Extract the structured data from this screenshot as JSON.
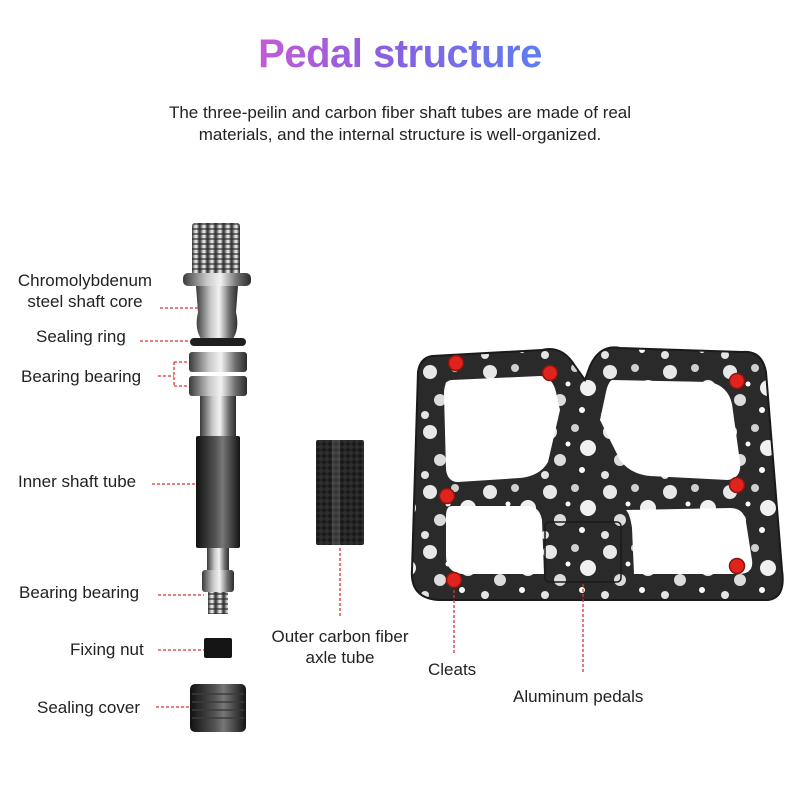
{
  "title": "Pedal structure",
  "subtitle_line1": "The three-peilin and carbon fiber shaft tubes are made of real",
  "subtitle_line2": "materials, and the internal structure is well-organized.",
  "labels": {
    "shaft_core_line1": "Chromolybdenum",
    "shaft_core_line2": "steel shaft core",
    "sealing_ring": "Sealing ring",
    "bearing_top": "Bearing bearing",
    "inner_tube": "Inner shaft tube",
    "bearing_bottom": "Bearing bearing",
    "fixing_nut": "Fixing nut",
    "sealing_cover": "Sealing cover",
    "outer_tube_line1": "Outer carbon fiber",
    "outer_tube_line2": "axle tube",
    "cleats": "Cleats",
    "aluminum_pedals": "Aluminum pedals"
  },
  "colors": {
    "leader_line": "#d9342b",
    "cleat": "#e0231c"
  }
}
